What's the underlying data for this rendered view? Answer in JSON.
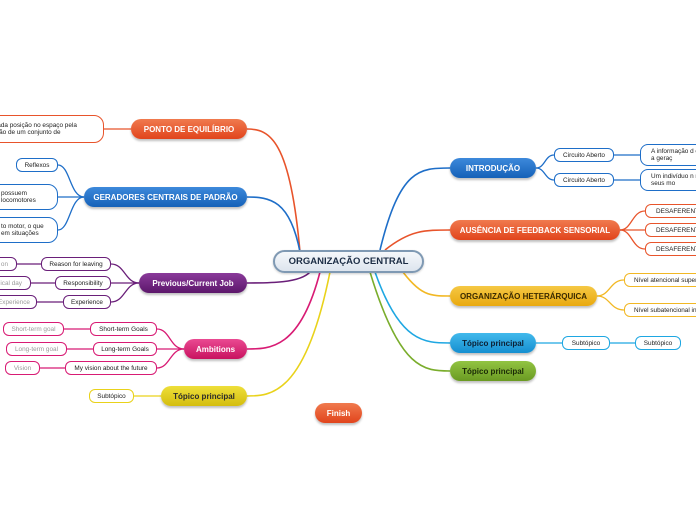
{
  "central": "ORGANIZAÇÃO CENTRAL",
  "colors": {
    "red": "#e8542b",
    "blue": "#1e6ec8",
    "purple": "#6a1f79",
    "magenta": "#d81b74",
    "yellow": "#e9d21a",
    "gold": "#f2b824",
    "green": "#7aad2c",
    "cyan": "#1ea7e2"
  },
  "left": {
    "ponto": {
      "label": "PONTO DE EQUILÍBRIO",
      "text": "minada posição no espaço pela tensão de um conjunto de"
    },
    "geradores": {
      "label": "GERADORES CENTRAIS DE PADRÃO",
      "reflexos": "Reflexos",
      "sub2": "possuem locomotores",
      "sub3": "to motor, o que em situações"
    },
    "previous": {
      "label": "Previous/Current Job",
      "items": [
        {
          "label": "Reason for leaving",
          "leaf": "on"
        },
        {
          "label": "Responsibility",
          "leaf": "ical day"
        },
        {
          "label": "Experience",
          "leaf": "Experience"
        }
      ]
    },
    "ambitions": {
      "label": "Ambitions",
      "items": [
        {
          "label": "Short-term Goals",
          "leaf": "Short-term goal"
        },
        {
          "label": "Long-term Goals",
          "leaf": "Long-term goal"
        },
        {
          "label": "My vision about the future",
          "leaf": "Vision"
        }
      ]
    },
    "topico": {
      "label": "Tópico principal",
      "sub": "Subtópico"
    }
  },
  "right": {
    "intro": {
      "label": "INTRODUÇÃO",
      "items": [
        {
          "label": "Circuito Aberto",
          "leaf": "A informação d orientar a geraç"
        },
        {
          "label": "Circuito Aberto",
          "leaf": "Um indivíduo n regular seus mo"
        }
      ]
    },
    "ausencia": {
      "label": "AUSÊNCIA DE FEEDBACK SENSORIAL",
      "items": [
        "DESAFERENTA",
        "DESAFERENTA",
        "DESAFERENTA"
      ]
    },
    "heterarquica": {
      "label": "ORGANIZAÇÃO HETERÁRQUICA",
      "items": [
        "Nível atencional superi",
        "Nível subatencional inf"
      ]
    },
    "topico1": {
      "label": "Tópico principal",
      "sub1": "Subtópico",
      "sub2": "Subtópico"
    },
    "topico2": {
      "label": "Tópico principal"
    }
  },
  "finish": "Finish"
}
